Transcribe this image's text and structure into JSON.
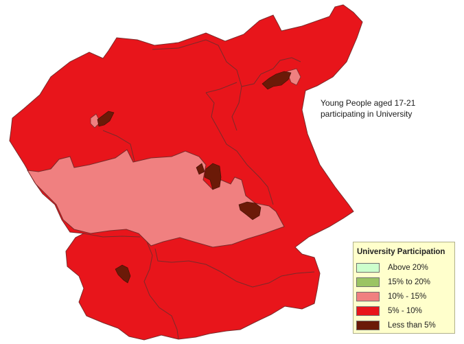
{
  "caption": {
    "line1": "Young People aged 17-21",
    "line2": "participating in University"
  },
  "legend": {
    "title": "University Participation",
    "items": [
      {
        "label": "Above 20%",
        "color": "#ccffcc"
      },
      {
        "label": "15% to 20%",
        "color": "#9bc464"
      },
      {
        "label": "10% - 15%",
        "color": "#f08080"
      },
      {
        "label": " 5% - 10%",
        "color": "#e8151b"
      },
      {
        "label": "Less than 5%",
        "color": "#6b1a08"
      }
    ]
  },
  "colors": {
    "above_20": "#ccffcc",
    "p15_20": "#9bc464",
    "p10_15": "#f08080",
    "p5_10": "#e8151b",
    "below_5": "#6b1a08",
    "boundary": "#7a2a2a"
  }
}
